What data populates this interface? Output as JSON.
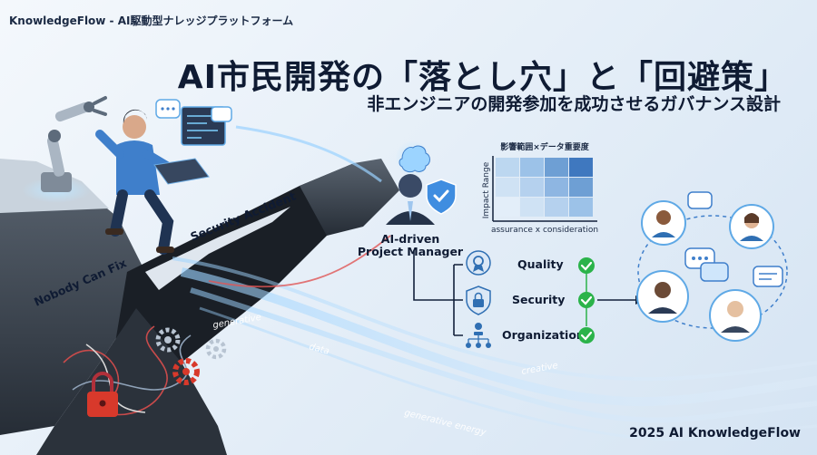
{
  "header": {
    "brand": "KnowledgeFlow - AI駆動型ナレッジプラットフォーム",
    "title": "AI市民開発の「落とし穴」と「回避策」",
    "subtitle": "非エンジニアの開発参加を成功させるガバナンス設計"
  },
  "left_scene": {
    "security_accident": "Security Accident",
    "nobody_can_fix": "Nobody Can Fix",
    "wave_labels": [
      "generative",
      "data",
      "creative",
      "generative energy"
    ]
  },
  "pm": {
    "label": "AI-driven Project Manager"
  },
  "matrix": {
    "title": "影響範囲×データ重要度",
    "y_label": "Impact Range",
    "x_label": "assurance x consideration"
  },
  "checklist": [
    {
      "label": "Quality",
      "icon": "medal-icon"
    },
    {
      "label": "Security",
      "icon": "lock-shield-icon"
    },
    {
      "label": "Organization",
      "icon": "org-chart-icon"
    }
  ],
  "footer": {
    "text": "2025 AI KnowledgeFlow"
  },
  "colors": {
    "accent": "#2f6fb3",
    "check": "#2bb34a",
    "danger": "#d8392b",
    "cliff": "#3e4752"
  }
}
